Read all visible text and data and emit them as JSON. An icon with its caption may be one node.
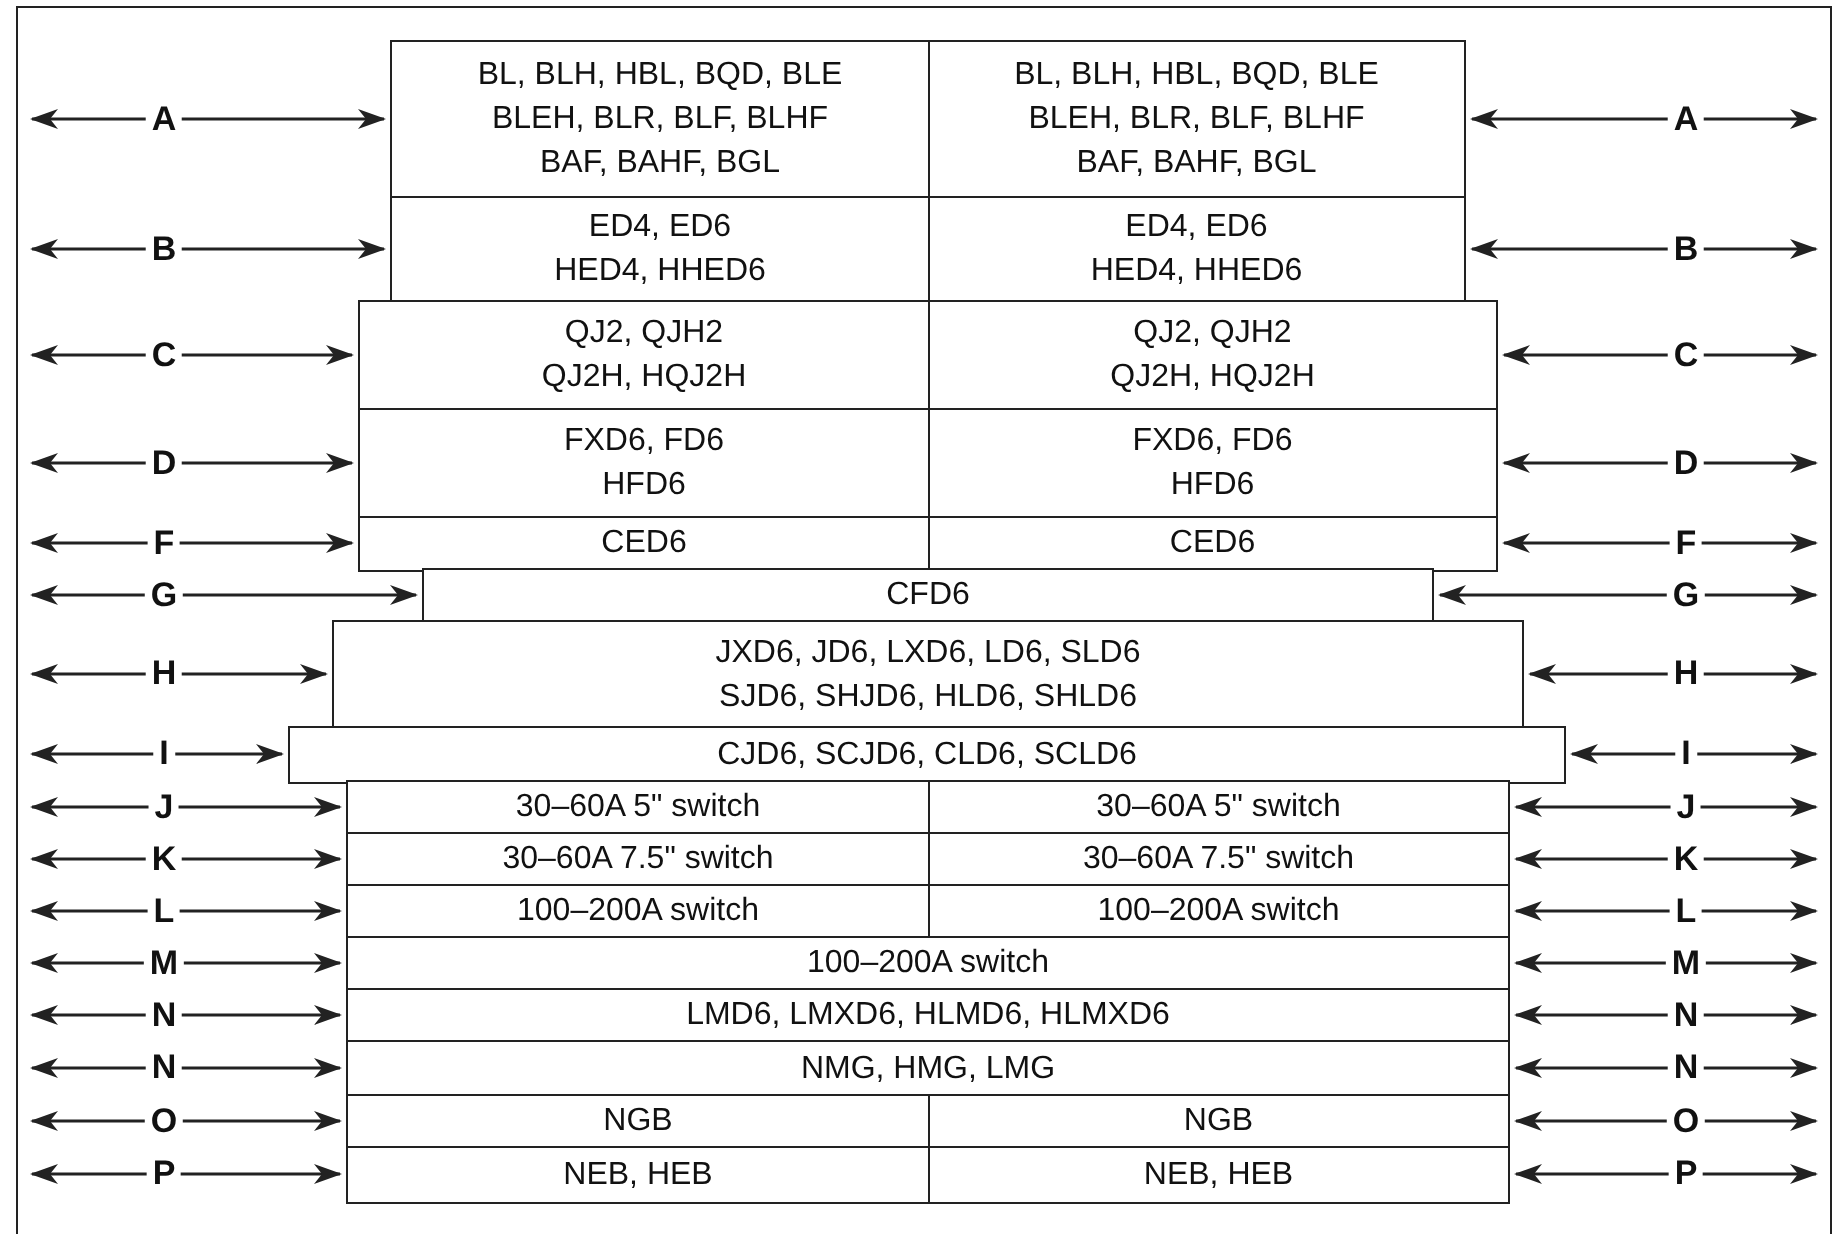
{
  "diagram": {
    "nodes": [
      {
        "text": [
          "BL, BLH, HBL, BQD, BLE BLEH, BLR, BLF, BLHF BAF, BAHF, BGL"
        ]
      },
      {
        "text": [
          "BL, BLH, HBL, BQD, BLE BLEH, BLR, BLF, BLHF BAF, BAHF, BGL"
        ]
      },
      {
        "text": [
          "ED4, ED6 HED4, HHED6"
        ]
      },
      {
        "text": [
          "ED4, ED6 HED4, HHED6"
        ]
      },
      {
        "text": [
          "QJ2, QJH2 QJ2H, HQJ2H"
        ]
      },
      {
        "text": [
          "QJ2, QJH2 QJ2H, HQJ2H"
        ]
      },
      {
        "text": [
          "FXD6, FD6 HFD6"
        ]
      },
      {
        "text": [
          "FXD6, FD6 HFD6"
        ]
      },
      {
        "text": [
          "CED6"
        ]
      },
      {
        "text": [
          "CED6"
        ]
      },
      {
        "text": [
          "CFD6"
        ]
      },
      {
        "text": [
          "JXD6, JD6, LXD6, LD6, SLD6 SJD6, SHJD6, HLD6, SHLD6"
        ]
      },
      {
        "text": [
          "CJD6, SCJD6, CLD6, SCLD6"
        ]
      },
      {
        "text": [
          "30–60A 5\" switch"
        ]
      },
      {
        "text": [
          "30–60A 5\" switch"
        ]
      },
      {
        "text": [
          "30–60A 7.5\" switch"
        ]
      },
      {
        "text": [
          "30–60A 7.5\" switch"
        ]
      },
      {
        "text": [
          "100–200A switch"
        ]
      },
      {
        "text": [
          "100–200A switch"
        ]
      },
      {
        "text": [
          "100–200A switch"
        ]
      },
      {
        "text": [
          "LMD6, LMXD6, HLMD6, HLMXD6"
        ]
      },
      {
        "text": [
          "NMG, HMG, LMG"
        ]
      },
      {
        "text": [
          "NGB"
        ]
      },
      {
        "text": [
          "NGB"
        ]
      },
      {
        "text": [
          "NEB, HEB"
        ]
      },
      {
        "text": [
          "NEB, HEB"
        ]
      }
    ],
    "labels": [
      "A",
      "A",
      "B",
      "B",
      "C",
      "C",
      "D",
      "D",
      "F",
      "F",
      "G",
      "G",
      "H",
      "H",
      "I",
      "I",
      "J",
      "J",
      "K",
      "K",
      "L",
      "L",
      "M",
      "M",
      "N",
      "N",
      "N",
      "N",
      "O",
      "O",
      "P",
      "P"
    ]
  }
}
